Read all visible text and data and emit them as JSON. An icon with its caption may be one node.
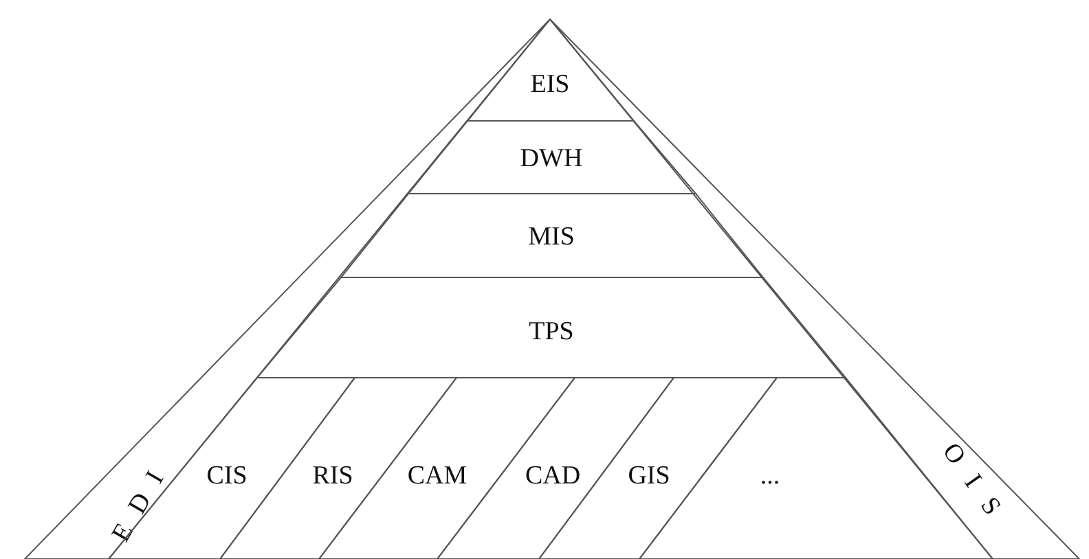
{
  "diagram": {
    "nodes": [
      {
        "text": [
          "EIS"
        ]
      },
      {
        "text": [
          "DWH"
        ]
      },
      {
        "text": [
          "MIS"
        ]
      },
      {
        "text": [
          "TPS"
        ]
      },
      {
        "text": [
          "EDI"
        ]
      },
      {
        "text": [
          "CIS"
        ]
      },
      {
        "text": [
          "RIS"
        ]
      },
      {
        "text": [
          "CAM"
        ]
      },
      {
        "text": [
          "CAD"
        ]
      },
      {
        "text": [
          "GIS"
        ]
      },
      {
        "text": [
          "..."
        ]
      },
      {
        "text": [
          "OIS"
        ]
      }
    ]
  }
}
